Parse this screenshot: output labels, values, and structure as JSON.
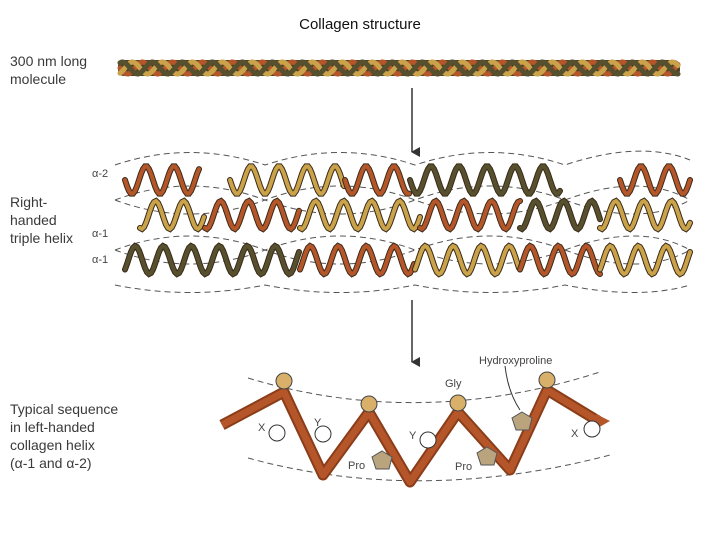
{
  "title": "Collagen structure",
  "labels": {
    "molecule": "300 nm long\nmolecule",
    "helix": "Right-\nhanded\ntriple helix",
    "sequence": "Typical sequence\nin left-handed\ncollagen helix\n(α-1 and α-2)"
  },
  "chain_labels": [
    "α-2",
    "α-1",
    "α-1"
  ],
  "sequence_labels": {
    "gly": "Gly",
    "hydroxyproline": "Hydroxyproline",
    "pro": "Pro",
    "x": "X",
    "y": "Y"
  },
  "colors": {
    "rust": "#b5562a",
    "gold": "#c9a24a",
    "olive": "#57502f",
    "bead": "#d8b06a",
    "pentagon": "#b9a47e"
  }
}
